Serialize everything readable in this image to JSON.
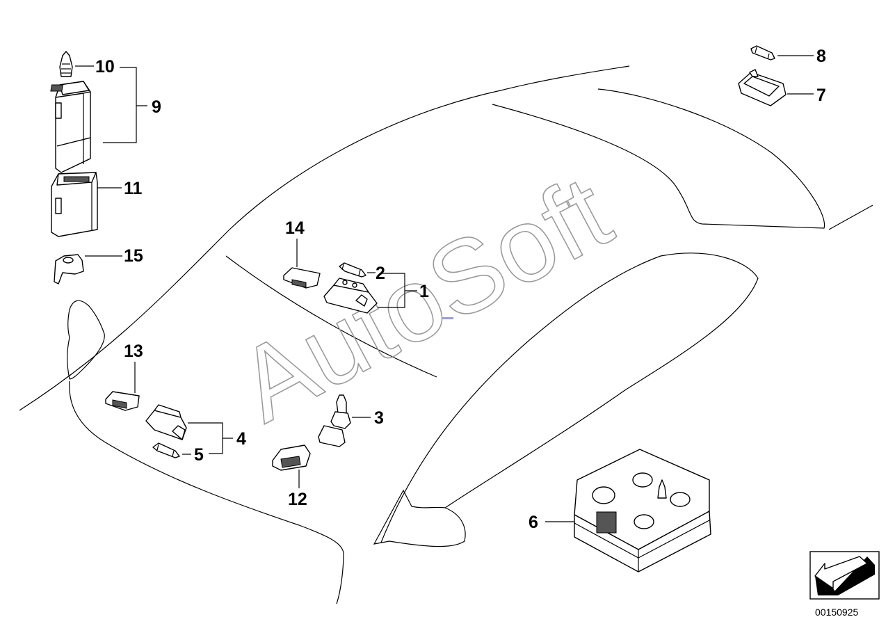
{
  "diagram": {
    "watermark": "AutoSoft",
    "document_number": "00150925",
    "callouts": [
      "1",
      "2",
      "3",
      "4",
      "5",
      "6",
      "7",
      "8",
      "9",
      "10",
      "11",
      "12",
      "13",
      "14",
      "15"
    ],
    "icons": [
      "car-outline-drawing",
      "bulb-icon",
      "lamp-housing-icon",
      "connector-icon",
      "bulb-assortment-box-icon",
      "arrow-nav-icon"
    ]
  }
}
